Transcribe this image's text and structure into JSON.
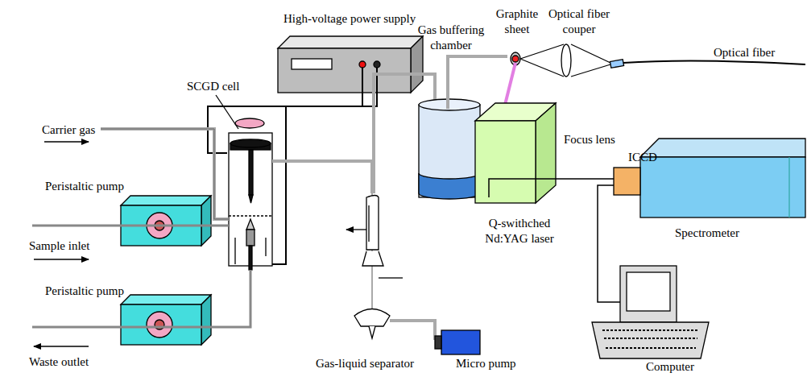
{
  "diagram": {
    "labels": [
      "High-voltage power supply",
      "SCGD cell",
      "Gas buffering chamber",
      "Graphite sheet",
      "Optical fiber couper",
      "Optical fiber",
      "Carrier gas",
      "Focus lens",
      "ICCD",
      "Peristaltic pump",
      "Sample inlet",
      "Spectrometer",
      "Q-swithched Nd:YAG laser",
      "Peristaltic pump",
      "Waste outlet",
      "Gas-liquid separator",
      "Micro pump",
      "Computer"
    ]
  }
}
